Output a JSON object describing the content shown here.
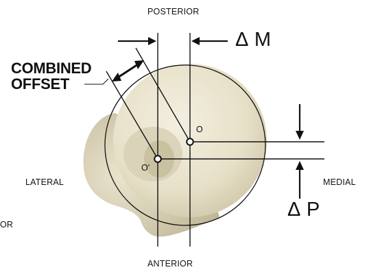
{
  "labels": {
    "posterior": "POSTERIOR",
    "anterior": "ANTERIOR",
    "lateral": "LATERAL",
    "medial": "MEDIAL",
    "clipped_left": "OR",
    "combined_offset_line1": "COMBINED",
    "combined_offset_line2": "OFFSET",
    "delta_m": "Δ M",
    "delta_p": "Δ P",
    "point_o": "O",
    "point_o_prime": "O'"
  },
  "colors": {
    "line": "#111111",
    "bone_fill": "#e9e3cf",
    "bone_shadow": "#cdc5a8",
    "inner_shading": "#d6ceb4",
    "inner_core": "#c7bd9e"
  }
}
